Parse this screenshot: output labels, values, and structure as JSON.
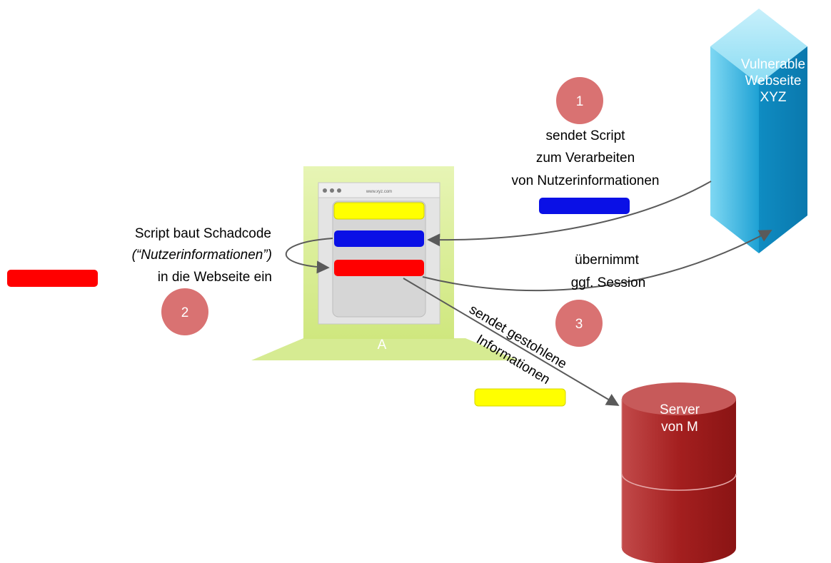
{
  "vulnerable_site": {
    "line1": "Vulnerable",
    "line2": "Webseite",
    "line3": "XYZ"
  },
  "computer": {
    "label": "A",
    "url": "www.xyz.com"
  },
  "server": {
    "line1": "Server",
    "line2": "von M"
  },
  "steps": {
    "step1": {
      "number": "1",
      "line1": "sendet Script",
      "line2": "zum Verarbeiten",
      "line3": "von Nutzerinformationen"
    },
    "step2": {
      "number": "2",
      "line1": "Script baut Schadcode",
      "line2": "(“Nutzerinformationen”)",
      "line3": "in die Webseite ein"
    },
    "step3": {
      "number": "3",
      "session_line1": "übernimmt",
      "session_line2": "ggf. Session",
      "diag_line1": "sendet gestohlene",
      "diag_line2": "Informationen"
    }
  },
  "colors": {
    "script_blue": "#0a10e6",
    "malicious_red": "#ff0000",
    "info_yellow": "#ffff00",
    "step_circle": "#d97272",
    "server_red": "#a01c1c",
    "vuln_blue": "#29a8d8",
    "computer_green": "#d4ec8a"
  }
}
